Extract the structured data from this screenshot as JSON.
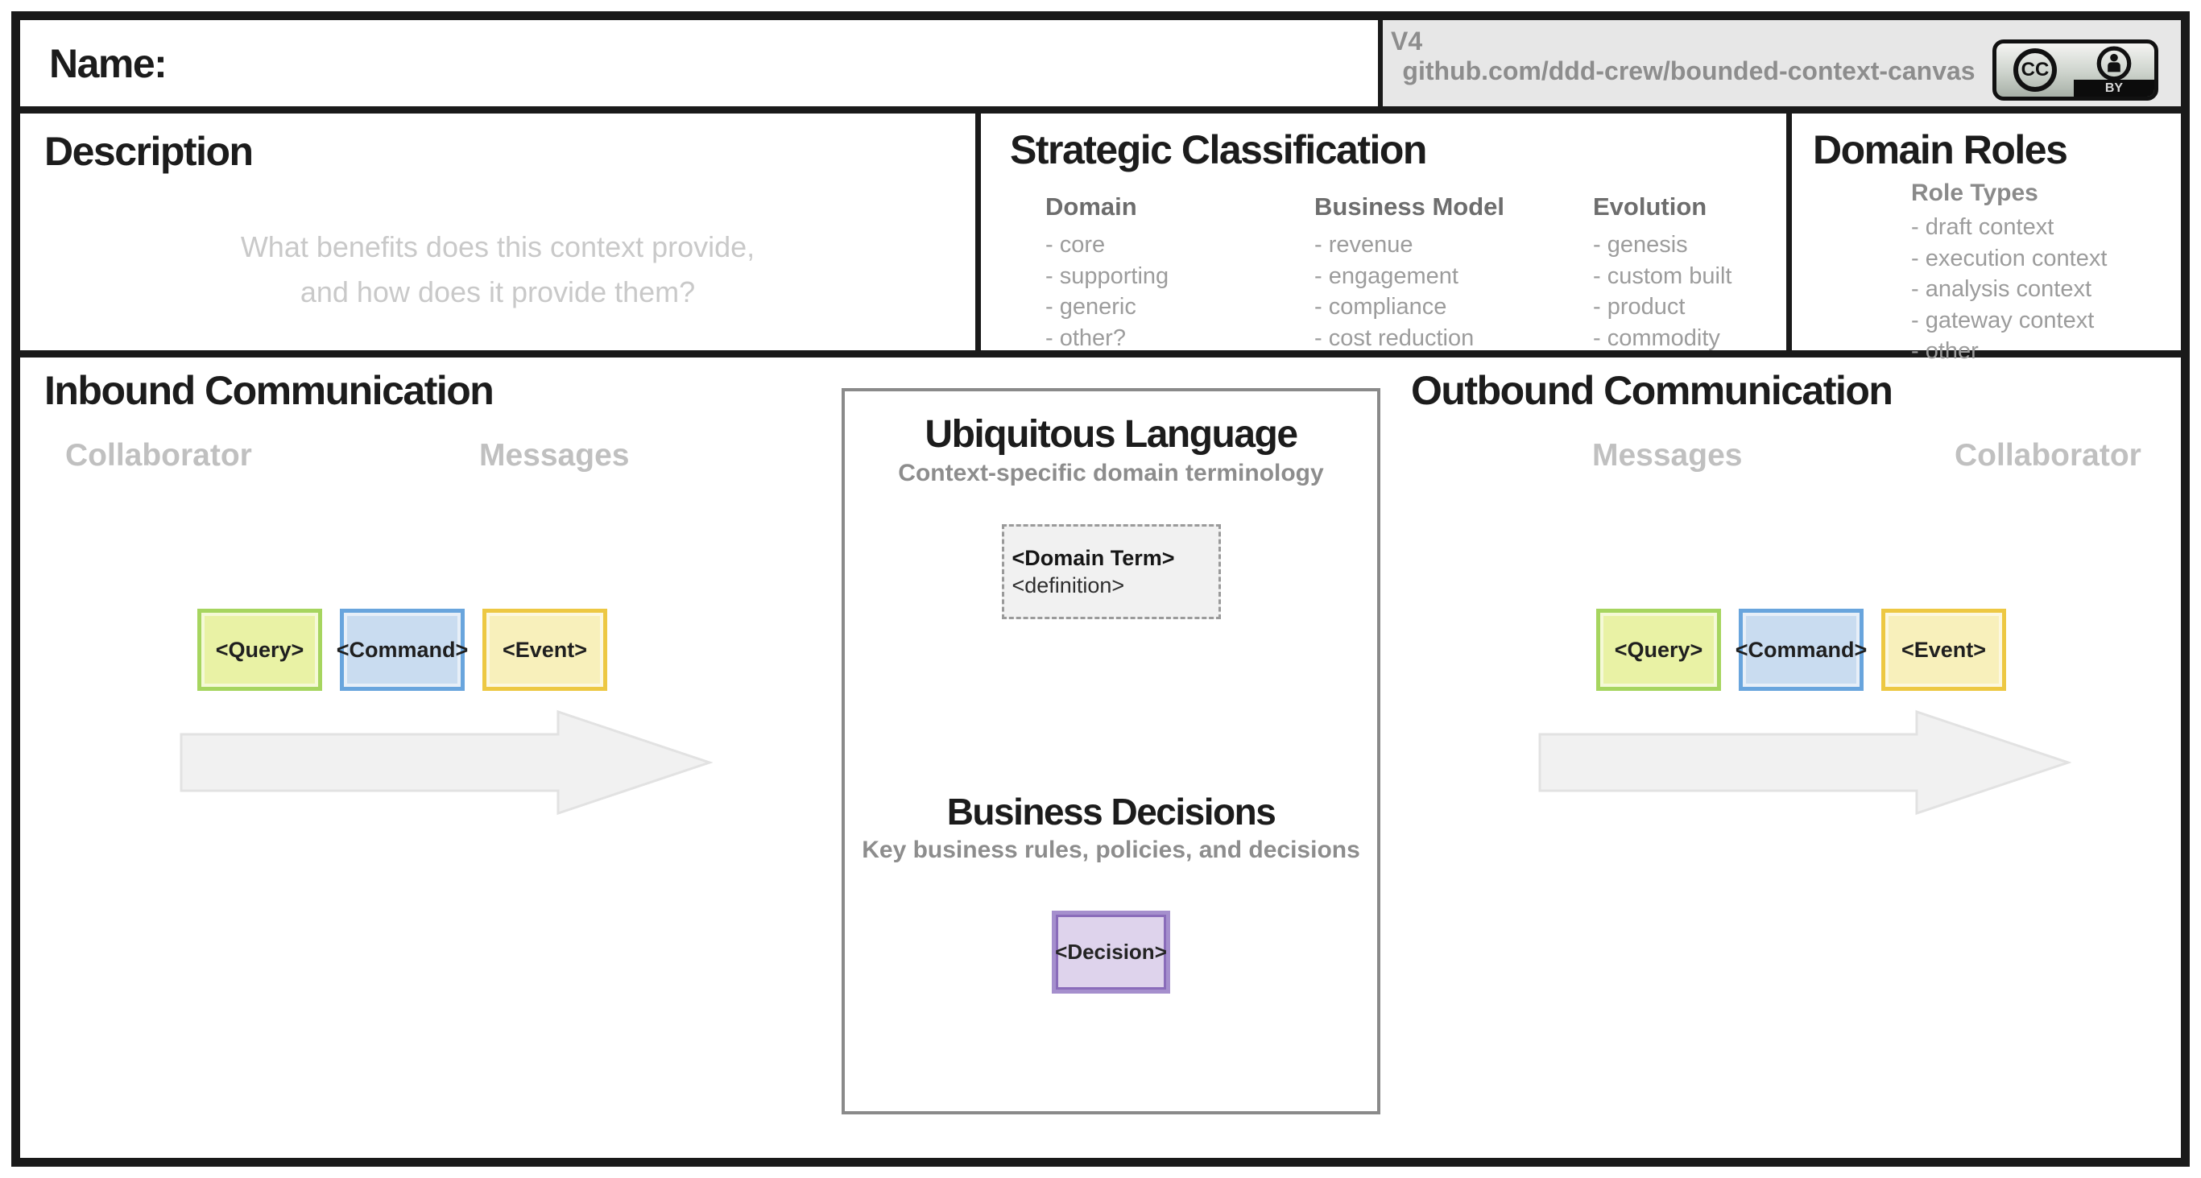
{
  "header": {
    "name_label": "Name:",
    "version": "V4",
    "repo": "github.com/ddd-crew/bounded-context-canvas",
    "license": {
      "cc": "CC",
      "by": "BY"
    }
  },
  "description": {
    "title": "Description",
    "placeholder_line1": "What benefits does this context provide,",
    "placeholder_line2": "and how does it provide them?"
  },
  "strategic_classification": {
    "title": "Strategic Classification",
    "groups": [
      {
        "heading": "Domain",
        "items": [
          "- core",
          "- supporting",
          "- generic",
          "- other?"
        ]
      },
      {
        "heading": "Business Model",
        "items": [
          "- revenue",
          "- engagement",
          "- compliance",
          "- cost reduction"
        ]
      },
      {
        "heading": "Evolution",
        "items": [
          "- genesis",
          "- custom built",
          "- product",
          "- commodity"
        ]
      }
    ]
  },
  "domain_roles": {
    "title": "Domain Roles",
    "heading": "Role Types",
    "items": [
      "- draft context",
      "- execution context",
      "- analysis context",
      "- gateway context",
      "- other"
    ]
  },
  "inbound": {
    "title": "Inbound Communication",
    "left_label": "Collaborator",
    "right_label": "Messages",
    "messages": [
      {
        "label": "<Query>"
      },
      {
        "label": "<Command>"
      },
      {
        "label": "<Event>"
      }
    ]
  },
  "center": {
    "ubiquitous_language": {
      "title": "Ubiquitous Language",
      "subtitle": "Context-specific domain terminology",
      "term": "<Domain Term>",
      "definition": "<definition>"
    },
    "business_decisions": {
      "title": "Business Decisions",
      "subtitle": "Key business rules, policies, and decisions",
      "decision": "<Decision>"
    }
  },
  "outbound": {
    "title": "Outbound Communication",
    "left_label": "Messages",
    "right_label": "Collaborator",
    "messages": [
      {
        "label": "<Query>"
      },
      {
        "label": "<Command>"
      },
      {
        "label": "<Event>"
      }
    ]
  },
  "colors": {
    "frame": "#1a1a1a",
    "meta-bg": "#e7e7e7",
    "query-fill": "#e9f2a5",
    "query-border": "#a6d55f",
    "command-fill": "#c9dcf0",
    "command-border": "#69a5dd",
    "event-fill": "#f8f0bb",
    "event-border": "#edc843",
    "decision-fill": "#ded3ec",
    "decision-border": "#a58fcd",
    "decision-border-inner": "#8a6cba",
    "term-fill": "#f1f1f1",
    "term-border": "#9a9a9a",
    "arrow-fill": "#f1f1f1",
    "arrow-border": "#e2e2e2"
  }
}
